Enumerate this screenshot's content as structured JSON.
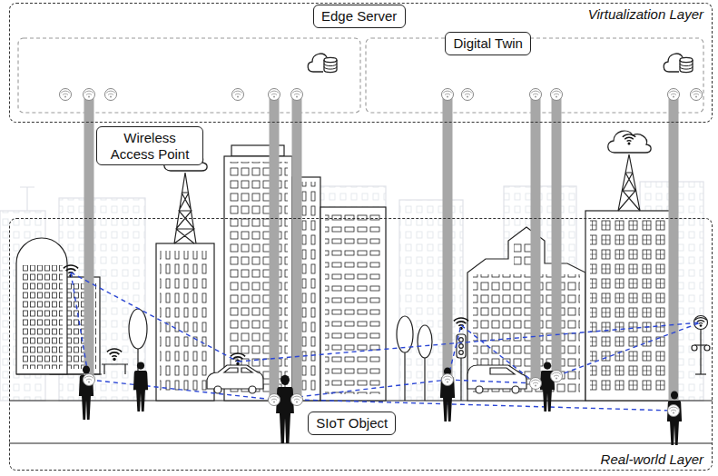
{
  "diagram": {
    "nodes": [
      {
        "text": [
          "Virtualization Layer"
        ]
      },
      {
        "text": [
          "Edge Server"
        ],
        "in": 0
      },
      {
        "text": [
          "Digital Twin"
        ],
        "in": 0
      },
      {
        "text": [
          "Wireless Access Point"
        ]
      },
      {
        "text": [
          "Real-world Layer"
        ]
      },
      {
        "text": [
          "SIoT Object"
        ],
        "in": 4
      }
    ]
  }
}
